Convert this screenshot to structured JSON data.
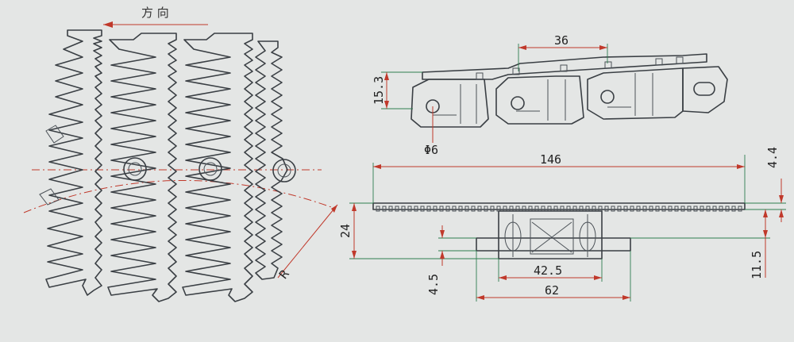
{
  "direction_label": "方 向",
  "dimensions": {
    "pitch": "36",
    "height_side": "15.3",
    "hole_diameter": "Φ6",
    "total_width": "146",
    "top_thickness": "4.4",
    "total_height": "24",
    "bottom_offset": "11.5",
    "inner_width": "42.5",
    "base_width": "62",
    "base_thickness": "4.5",
    "radius": "R"
  },
  "colors": {
    "line": "#3a3f44",
    "dimension": "#c0392b",
    "extension": "#2e7d4f",
    "background": "#e4e6e5"
  }
}
